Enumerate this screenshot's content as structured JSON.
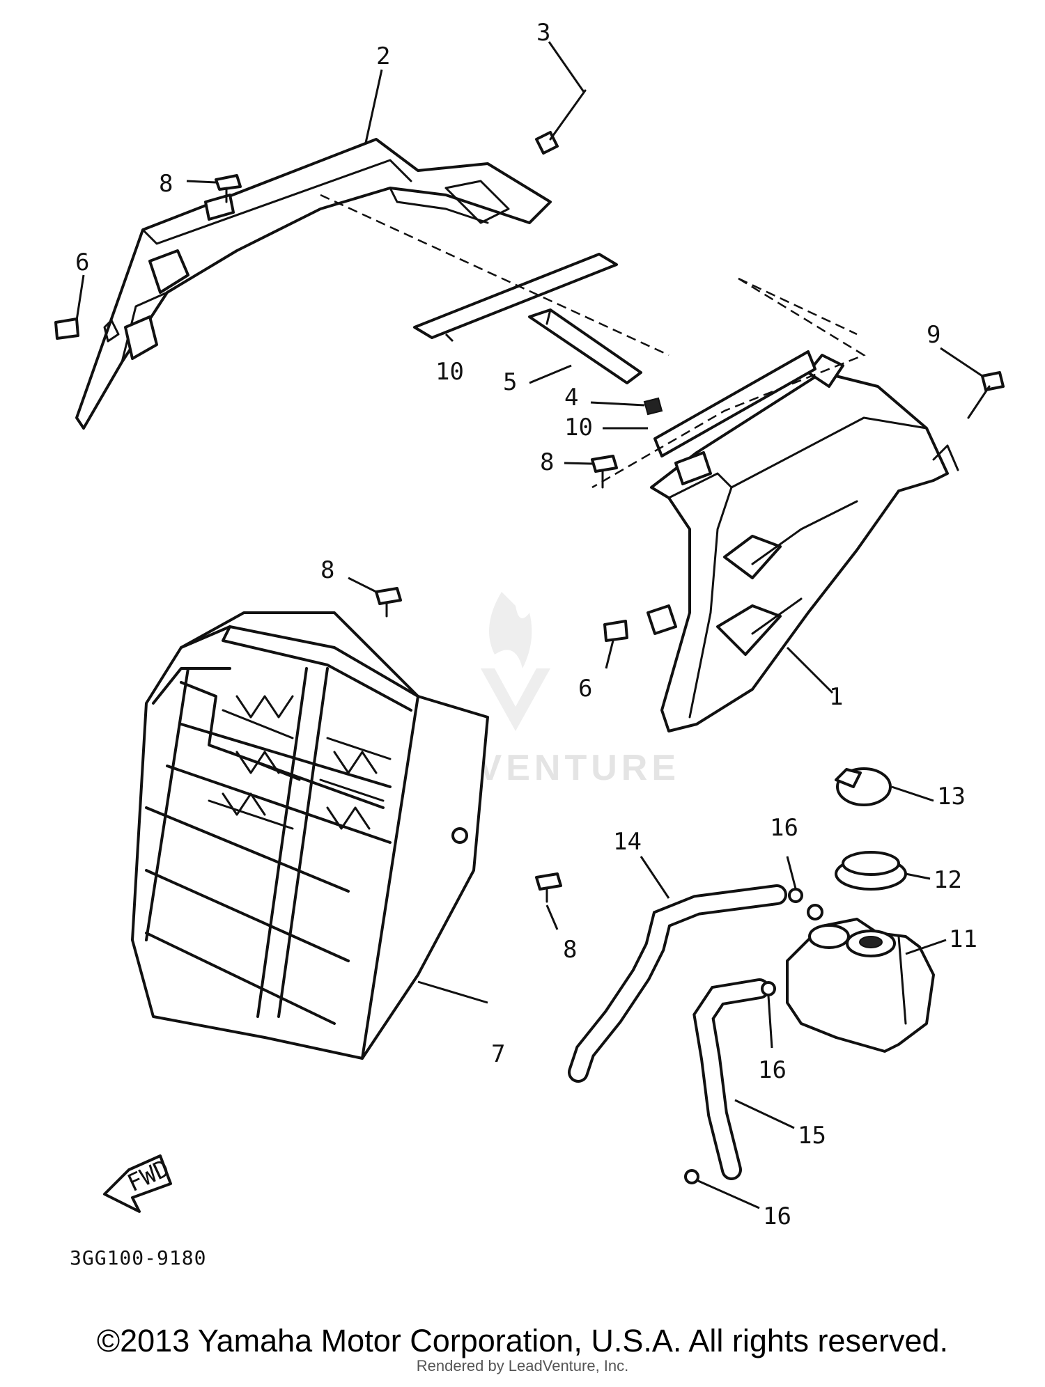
{
  "diagram_code": "3GG100-9180",
  "copyright": "©2013 Yamaha Motor Corporation, U.S.A. All rights reserved.",
  "rendered_by": "Rendered by LeadVenture, Inc.",
  "watermark": "LEADVENTURE",
  "fwd_label": "FWD",
  "callouts": {
    "c1": "1",
    "c2": "2",
    "c3": "3",
    "c4": "4",
    "c5": "5",
    "c6a": "6",
    "c6b": "6",
    "c7": "7",
    "c8a": "8",
    "c8b": "8",
    "c8c": "8",
    "c8d": "8",
    "c9": "9",
    "c10a": "10",
    "c10b": "10",
    "c11": "11",
    "c12": "12",
    "c13": "13",
    "c14": "14",
    "c15": "15",
    "c16a": "16",
    "c16b": "16",
    "c16c": "16"
  },
  "colors": {
    "line": "#111111",
    "watermark": "#e4e4e4"
  }
}
